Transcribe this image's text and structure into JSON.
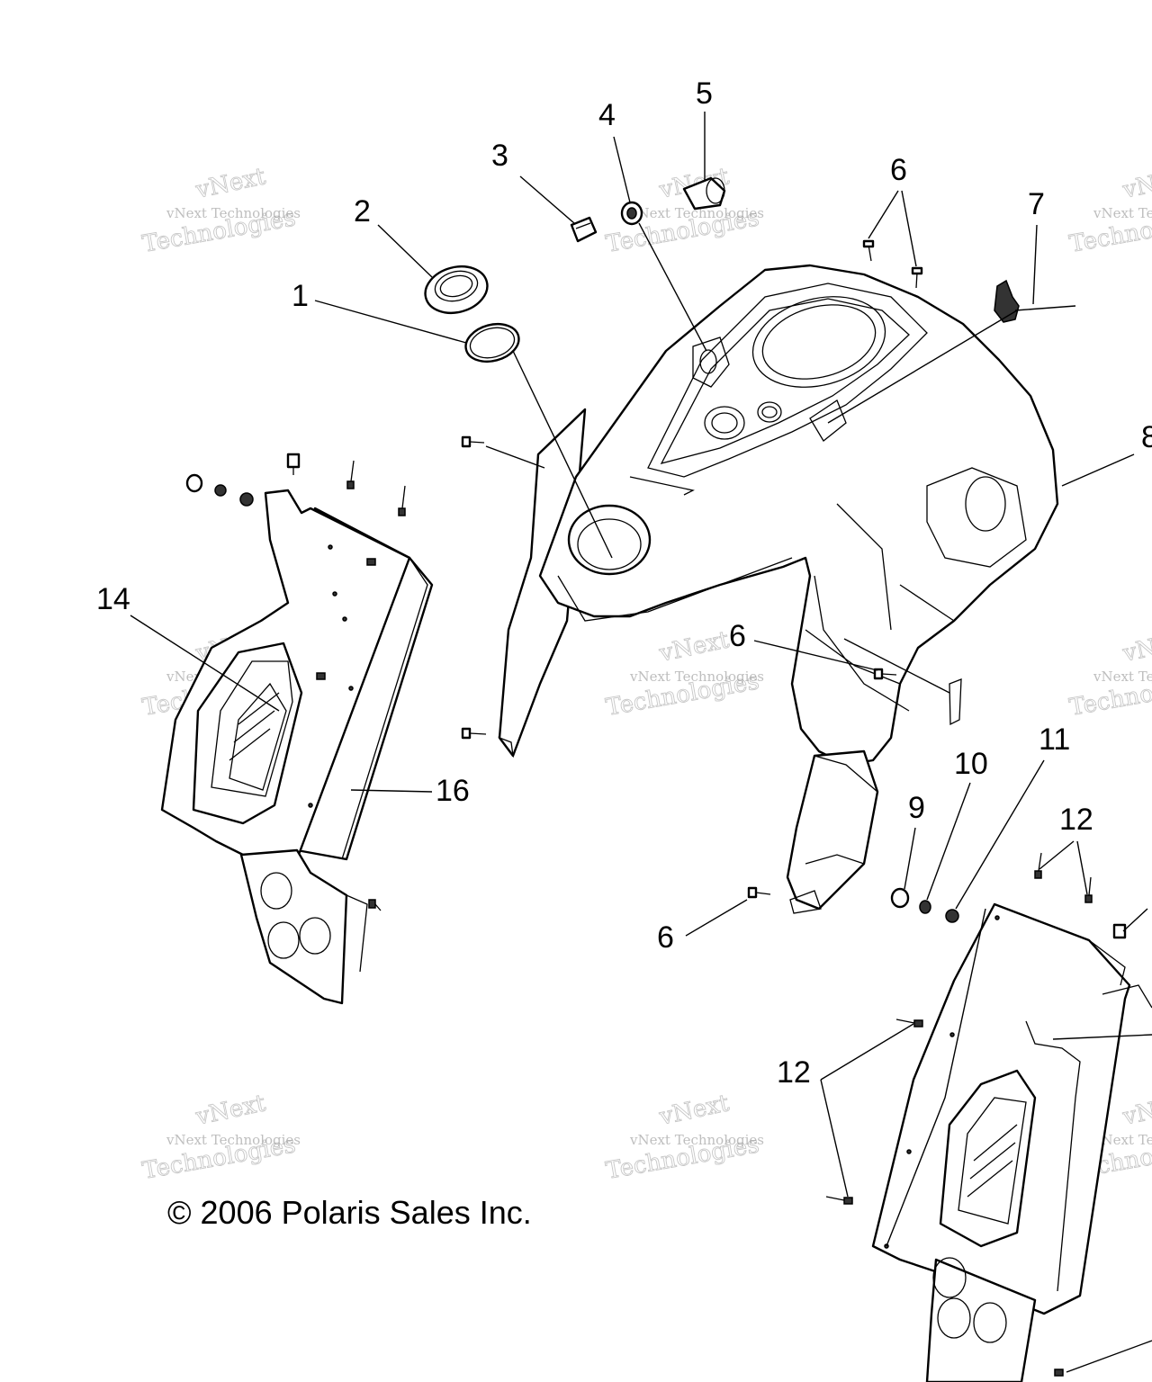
{
  "diagram": {
    "callouts": [
      {
        "id": "c1",
        "label": "1"
      },
      {
        "id": "c2",
        "label": "2"
      },
      {
        "id": "c3",
        "label": "3"
      },
      {
        "id": "c4",
        "label": "4"
      },
      {
        "id": "c5",
        "label": "5"
      },
      {
        "id": "c6a",
        "label": "6"
      },
      {
        "id": "c7",
        "label": "7"
      },
      {
        "id": "c8",
        "label": "8"
      },
      {
        "id": "c6b",
        "label": "6"
      },
      {
        "id": "c6c",
        "label": "6"
      },
      {
        "id": "c9",
        "label": "9"
      },
      {
        "id": "c10",
        "label": "10"
      },
      {
        "id": "c11",
        "label": "11"
      },
      {
        "id": "c12a",
        "label": "12"
      },
      {
        "id": "c12b",
        "label": "12"
      },
      {
        "id": "c14",
        "label": "14"
      },
      {
        "id": "c16",
        "label": "16"
      }
    ],
    "copyright": "© 2006 Polaris Sales Inc.",
    "watermark": {
      "top_line": "vNext",
      "mid_line": "vNext Technologies",
      "big_line": "Technologies"
    }
  }
}
